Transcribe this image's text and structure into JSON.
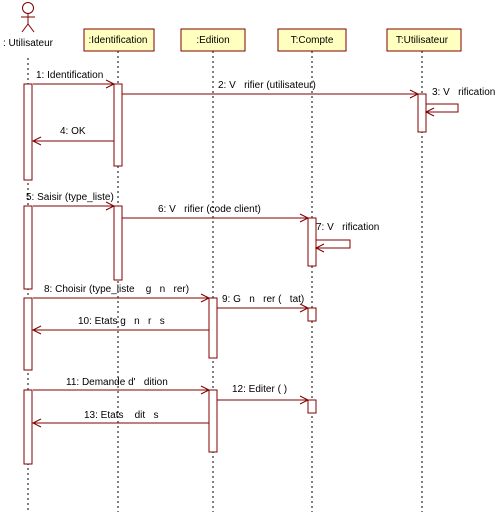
{
  "colors": {
    "line": "#800000",
    "box_fill": "#ffffc0",
    "activation_fill": "#ffffff",
    "text": "#000000"
  },
  "participants": [
    {
      "id": "utilisateur",
      "label": ": Utilisateur",
      "kind": "actor"
    },
    {
      "id": "identification",
      "label": ":Identification",
      "kind": "object"
    },
    {
      "id": "edition",
      "label": ":Edition",
      "kind": "object"
    },
    {
      "id": "compte",
      "label": "T:Compte",
      "kind": "object"
    },
    {
      "id": "t_utilisateur",
      "label": "T:Utilisateur",
      "kind": "object"
    }
  ],
  "messages": [
    {
      "label": "1: Identification"
    },
    {
      "label": "2: V   rifier (utilisateur)"
    },
    {
      "label": "3: V   rification"
    },
    {
      "label": "4: OK"
    },
    {
      "label": "5: Saisir (type_liste)"
    },
    {
      "label": "6: V   rifier (code client)"
    },
    {
      "label": "7: V   rification"
    },
    {
      "label": "8: Choisir (type_liste    g   n   rer)"
    },
    {
      "label": "9: G   n   rer (   tat)"
    },
    {
      "label": "10: Etats g   n   r   s"
    },
    {
      "label": "11: Demande d'   dition"
    },
    {
      "label": "12: Editer ( )"
    },
    {
      "label": "13: Etats    dit   s"
    }
  ]
}
